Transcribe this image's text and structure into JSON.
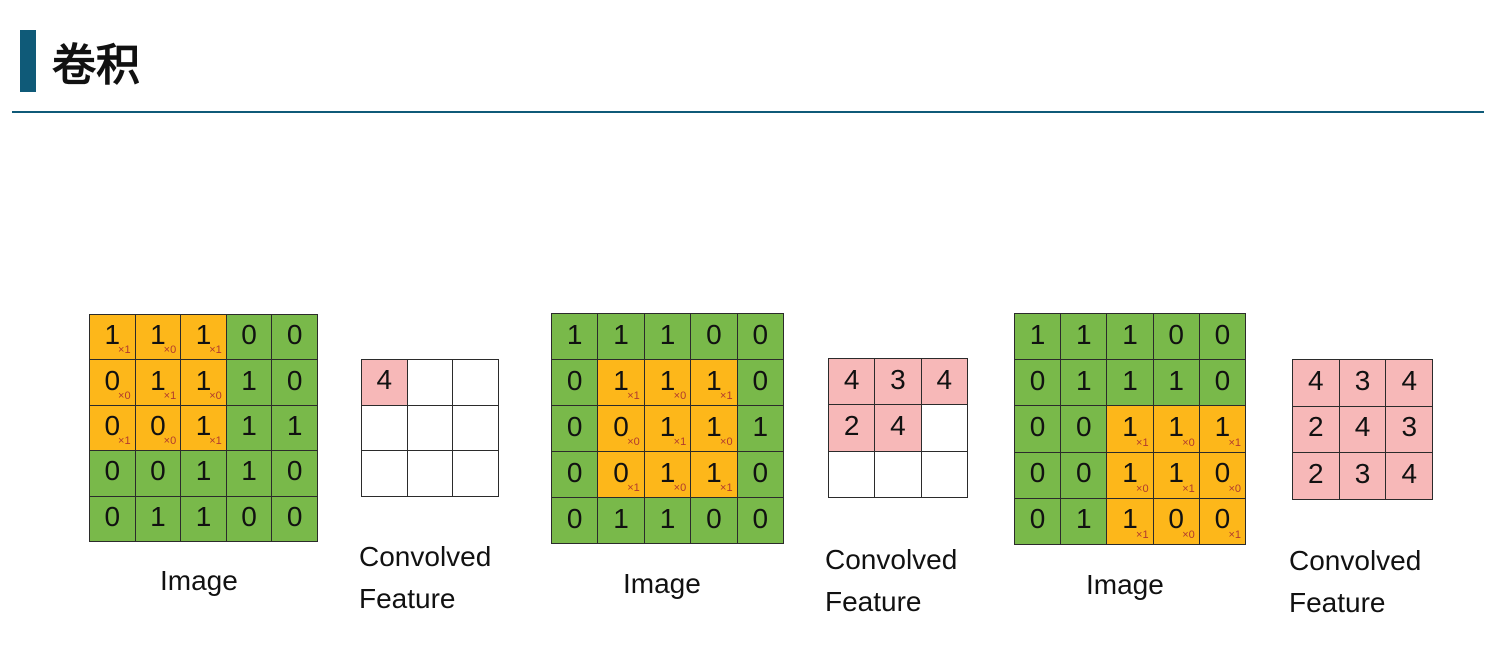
{
  "page": {
    "title": "卷积",
    "accent_color": "#0f5a78",
    "rule_color": "#0f5a78"
  },
  "colors": {
    "image_cell": "#79b94a",
    "window_cell": "#fdb71a",
    "feature_filled": "#f7b8b8",
    "feature_empty": "#ffffff",
    "weight_text": "#b03a2e"
  },
  "steps": [
    {
      "image": {
        "label": "Image",
        "values": [
          [
            1,
            1,
            1,
            0,
            0
          ],
          [
            0,
            1,
            1,
            1,
            0
          ],
          [
            0,
            0,
            1,
            1,
            1
          ],
          [
            0,
            0,
            1,
            1,
            0
          ],
          [
            0,
            1,
            1,
            0,
            0
          ]
        ],
        "window": {
          "row": 0,
          "col": 0
        }
      },
      "feature": {
        "label_line1": "Convolved",
        "label_line2": "Feature",
        "values": [
          [
            "4",
            "",
            ""
          ],
          [
            "",
            "",
            ""
          ],
          [
            "",
            "",
            ""
          ]
        ]
      }
    },
    {
      "image": {
        "label": "Image",
        "values": [
          [
            1,
            1,
            1,
            0,
            0
          ],
          [
            0,
            1,
            1,
            1,
            0
          ],
          [
            0,
            0,
            1,
            1,
            1
          ],
          [
            0,
            0,
            1,
            1,
            0
          ],
          [
            0,
            1,
            1,
            0,
            0
          ]
        ],
        "window": {
          "row": 1,
          "col": 1
        }
      },
      "feature": {
        "label_line1": "Convolved",
        "label_line2": "Feature",
        "values": [
          [
            "4",
            "3",
            "4"
          ],
          [
            "2",
            "4",
            ""
          ],
          [
            "",
            "",
            ""
          ]
        ]
      }
    },
    {
      "image": {
        "label": "Image",
        "values": [
          [
            1,
            1,
            1,
            0,
            0
          ],
          [
            0,
            1,
            1,
            1,
            0
          ],
          [
            0,
            0,
            1,
            1,
            1
          ],
          [
            0,
            0,
            1,
            1,
            0
          ],
          [
            0,
            1,
            1,
            0,
            0
          ]
        ],
        "window": {
          "row": 2,
          "col": 2
        }
      },
      "feature": {
        "label_line1": "Convolved",
        "label_line2": "Feature",
        "values": [
          [
            "4",
            "3",
            "4"
          ],
          [
            "2",
            "4",
            "3"
          ],
          [
            "2",
            "3",
            "4"
          ]
        ]
      }
    }
  ],
  "kernel": {
    "weights": [
      [
        "×1",
        "×0",
        "×1"
      ],
      [
        "×0",
        "×1",
        "×0"
      ],
      [
        "×1",
        "×0",
        "×1"
      ]
    ]
  }
}
